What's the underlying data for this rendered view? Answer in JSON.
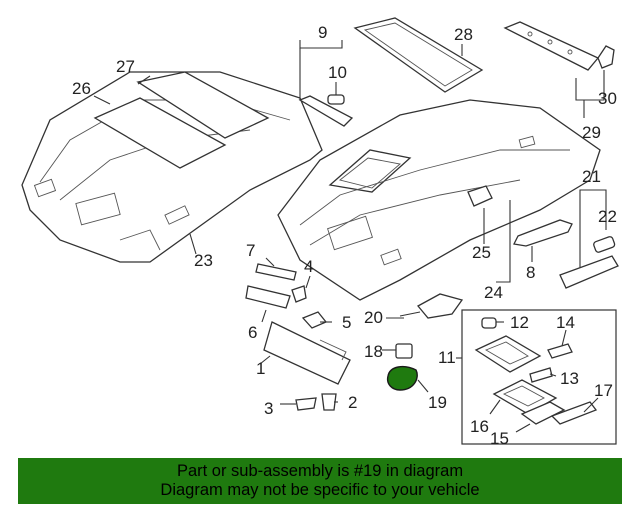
{
  "callouts": {
    "c1": "1",
    "c2": "2",
    "c3": "3",
    "c4": "4",
    "c5": "5",
    "c6": "6",
    "c7": "7",
    "c8": "8",
    "c9": "9",
    "c10": "10",
    "c11": "11",
    "c12": "12",
    "c13": "13",
    "c14": "14",
    "c15": "15",
    "c16": "16",
    "c17": "17",
    "c18": "18",
    "c19": "19",
    "c20": "20",
    "c21": "21",
    "c22": "22",
    "c23": "23",
    "c24": "24",
    "c25": "25",
    "c26": "26",
    "c27": "27",
    "c28": "28",
    "c29": "29",
    "c30": "30"
  },
  "highlighted_part": "19",
  "colors": {
    "highlight": "#1f7a0f",
    "banner": "#1f7a0f",
    "line": "#333333"
  },
  "banner": {
    "line1": "Part or sub-assembly is #19 in diagram",
    "line2": "Diagram may not be specific to your vehicle"
  }
}
